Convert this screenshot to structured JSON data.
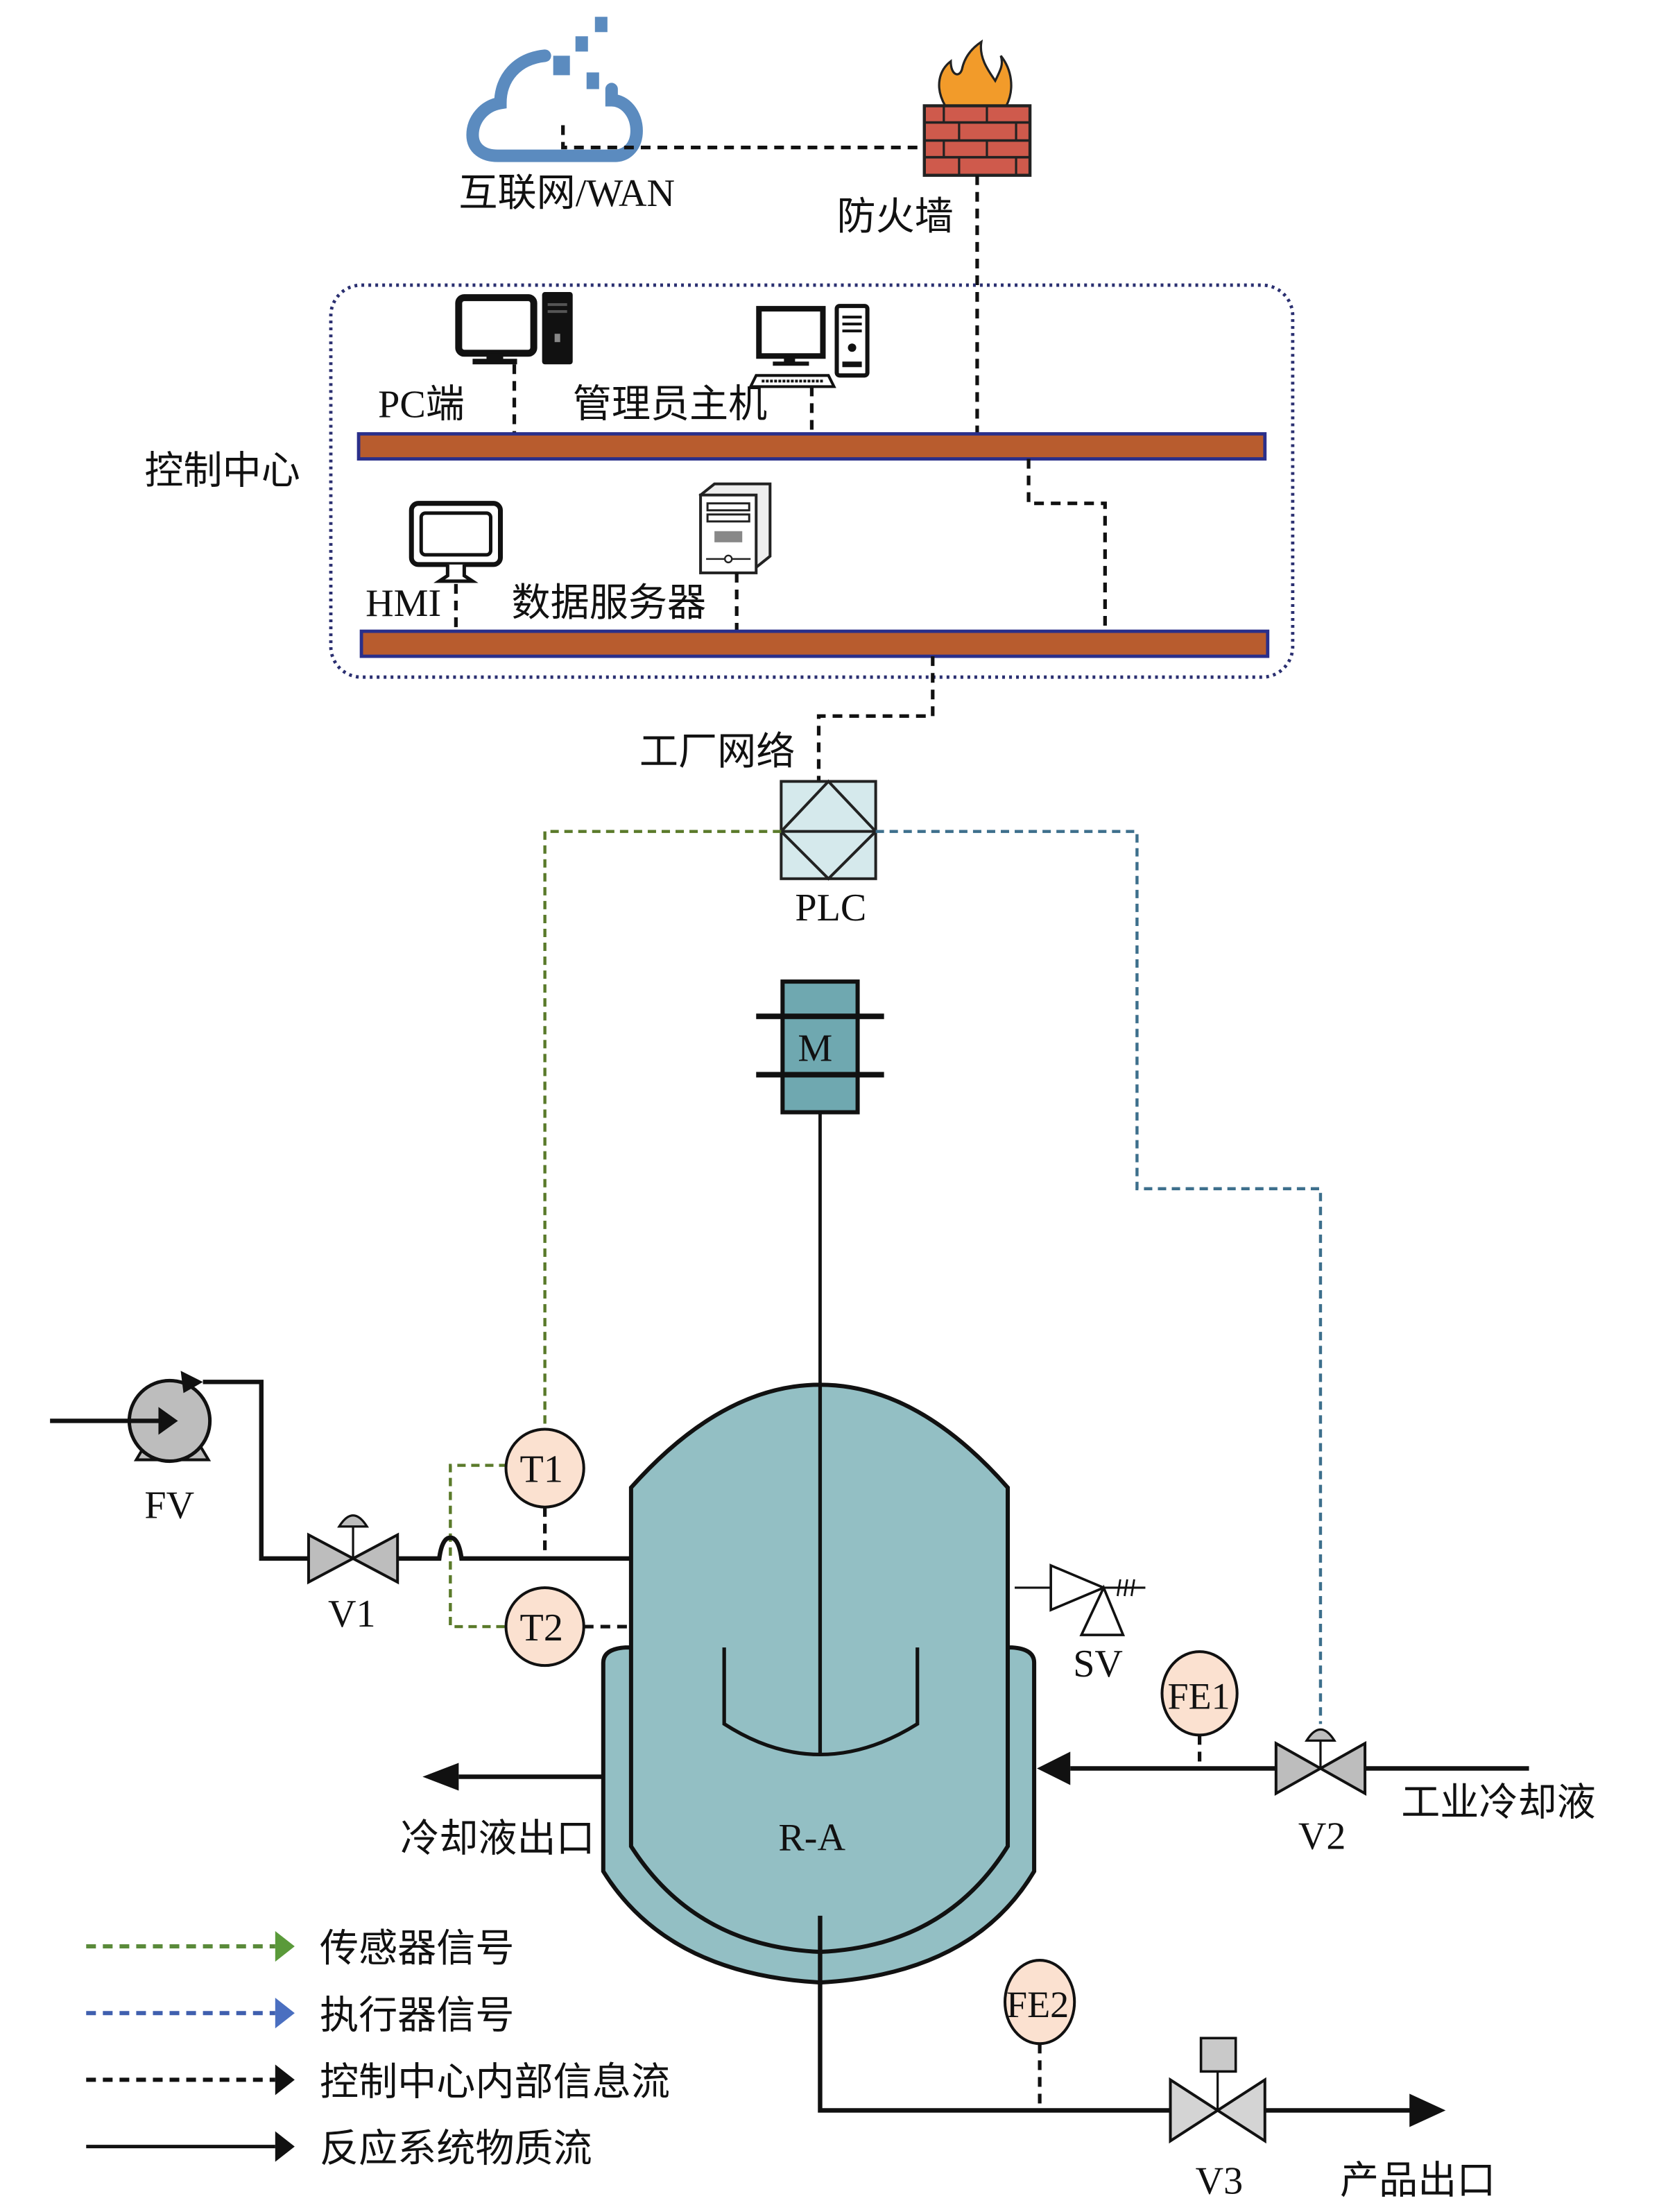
{
  "network": {
    "internet_label": "互联网/WAN",
    "firewall_label": "防火墙",
    "control_center_label": "控制中心",
    "pc_label": "PC端",
    "admin_label": "管理员主机",
    "hmi_label": "HMI",
    "data_server_label": "数据服务器",
    "factory_network_label": "工厂网络",
    "plc_label": "PLC"
  },
  "process": {
    "motor_label": "M",
    "reactor_label": "R-A",
    "pump_label": "FV",
    "valve1_label": "V1",
    "valve2_label": "V2",
    "valve3_label": "V3",
    "safety_valve_label": "SV",
    "sensor_t1": "T1",
    "sensor_t2": "T2",
    "sensor_fe1": "FE1",
    "sensor_fe2": "FE2",
    "coolant_outlet_label": "冷却液出口",
    "coolant_inlet_label": "工业冷却液",
    "product_outlet_label": "产品出口"
  },
  "legend": [
    {
      "label": "传感器信号",
      "color": "#5a8a3a",
      "style": "dashed"
    },
    {
      "label": "执行器信号",
      "color": "#3f5fae",
      "style": "dashed"
    },
    {
      "label": "控制中心内部信息流",
      "color": "#111111",
      "style": "dashed"
    },
    {
      "label": "反应系统物质流",
      "color": "#111111",
      "style": "solid"
    }
  ],
  "colors": {
    "reactor_fill": "#93bfc4",
    "bus_fill": "#b85c2e",
    "bus_border": "#2a2f8a",
    "sensor_fill": "#fbe1d0",
    "valve_fill": "#bdbdbd",
    "cloud": "#5b8bbf",
    "plc_fill": "#d5e9ec"
  }
}
